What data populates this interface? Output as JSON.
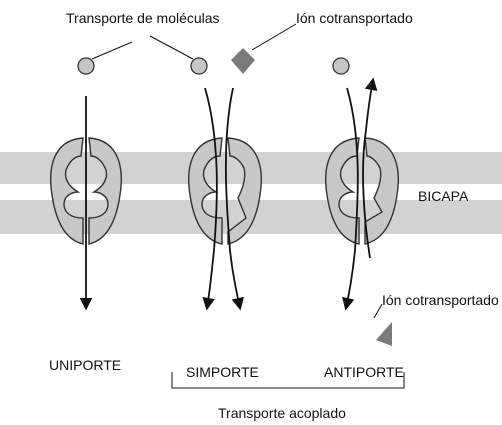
{
  "labels": {
    "molecule_transport": "Transporte de moléculas",
    "cotransported_ion_top": "Ión cotransportado",
    "bilayer": "BICAPA",
    "cotransported_ion_bottom": "Ión cotransportado",
    "uniport": "UNIPORTE",
    "symport": "SIMPORTE",
    "antiport": "ANTIPORTE",
    "coupled_transport": "Transporte acoplado"
  },
  "colors": {
    "membrane": "#d2d2d2",
    "membrane_core": "#ffffff",
    "protein_fill": "#c8c8c8",
    "protein_outline": "#333333",
    "molecule_fill": "#c6c6c6",
    "ion_fill": "#7a7a7a",
    "line": "#111111"
  }
}
